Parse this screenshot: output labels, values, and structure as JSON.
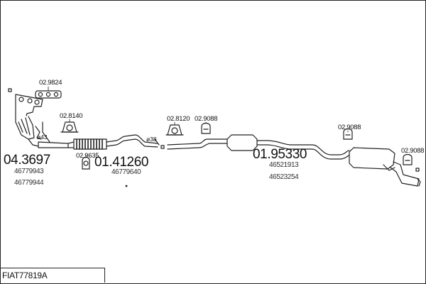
{
  "diagram_code": "FIAT77819A",
  "section_codes": {
    "manifold": "04.3697",
    "front_pipe": "01.41260",
    "rear_section": "01.95330"
  },
  "oem_numbers": {
    "manifold_a": "46779943",
    "manifold_b": "46779944",
    "front_pipe": "46779640",
    "rear_a": "46521913",
    "rear_b": "46523254"
  },
  "accessory_codes": {
    "gasket_manifold": "02.9824",
    "clamp_front": "02.8140",
    "mount_front_pipe": "02.9635",
    "clamp_mid": "02.8120",
    "hanger_mid": "02.9088",
    "hanger_rear": "02.9088",
    "hanger_tail": "02.9088"
  },
  "diameters": {
    "front": "ø43",
    "mid": "ø38"
  }
}
